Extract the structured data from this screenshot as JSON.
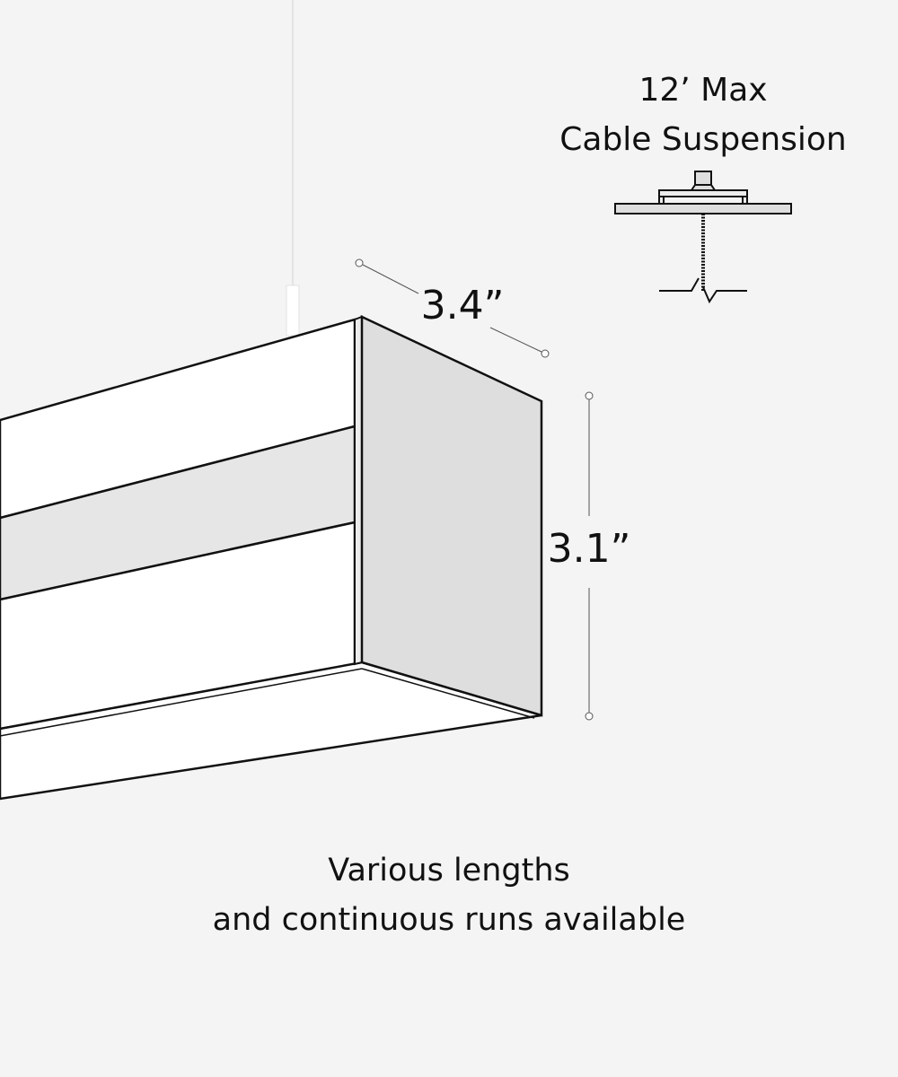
{
  "suspension": {
    "line1": "12’ Max",
    "line2": "Cable Suspension"
  },
  "dimensions": {
    "width": "3.4”",
    "height": "3.1”"
  },
  "caption": {
    "line1": "Various lengths",
    "line2": "and continuous runs available"
  },
  "colors": {
    "background": "#f4f4f4",
    "end_cap": "#dedede",
    "band": "#e6e6e6",
    "lens": "#ffffff",
    "line": "#111111"
  }
}
